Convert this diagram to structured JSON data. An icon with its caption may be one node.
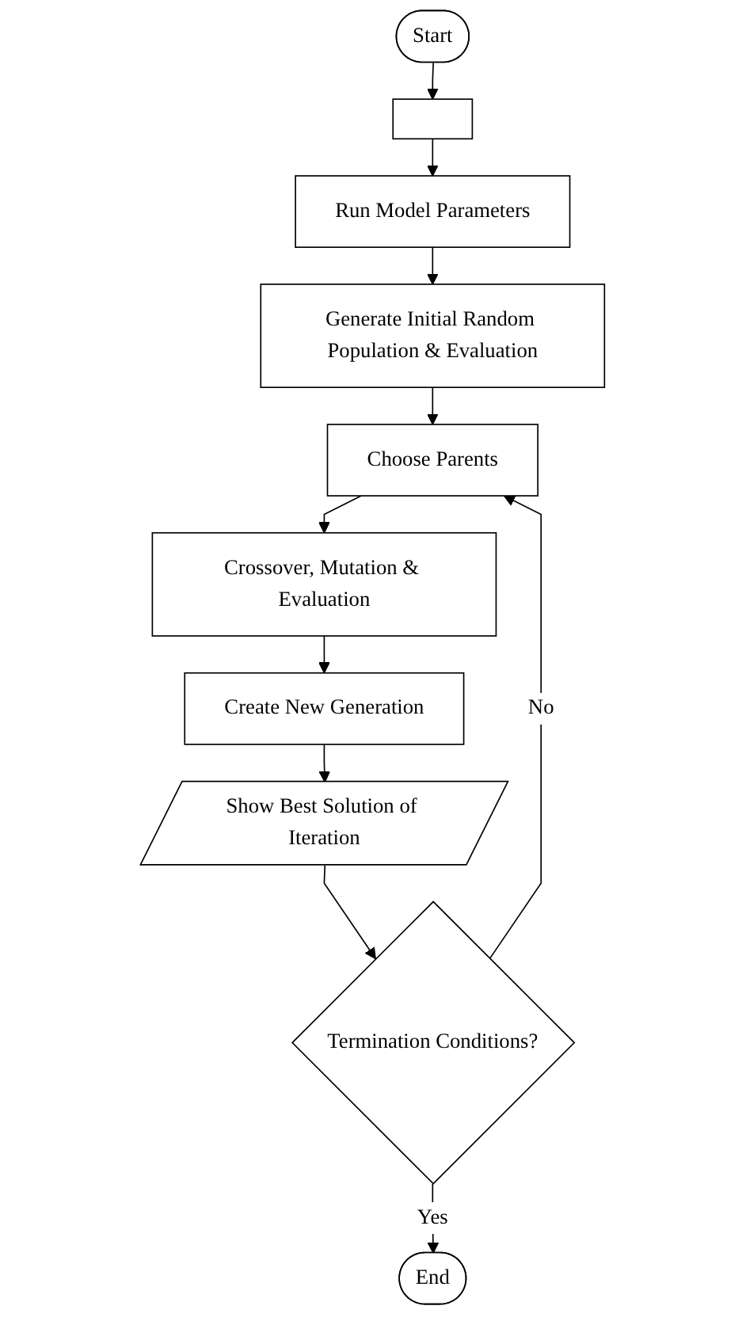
{
  "diagram": {
    "nodes": [
      {
        "text": [
          "Start"
        ]
      },
      {
        "text": [],
        "shape": "box"
      },
      {
        "text": [
          "Run Model Parameters"
        ]
      },
      {
        "text": [
          "Generate Initial Random Population & Evaluation"
        ]
      },
      {
        "text": [
          "Choose Parents"
        ]
      },
      {
        "text": [
          "Crossover, Mutation & Evaluation"
        ]
      },
      {
        "text": [
          "Create New Generation"
        ]
      },
      {
        "text": [
          "Show Best Solution of Iteration"
        ]
      },
      {
        "text": [
          "Termination Conditions?"
        ]
      },
      {
        "text": [
          "End"
        ]
      }
    ],
    "edges": [
      {
        "from": 0,
        "to": 1,
        "arrow": "to"
      },
      {
        "from": 1,
        "to": 2,
        "arrow": "to"
      },
      {
        "from": 2,
        "to": 3,
        "arrow": "to"
      },
      {
        "from": 3,
        "to": 4,
        "arrow": "to"
      },
      {
        "from": 4,
        "to": 5,
        "arrow": "to"
      },
      {
        "from": 5,
        "to": 6,
        "arrow": "to"
      },
      {
        "from": 6,
        "to": 7,
        "arrow": "to"
      },
      {
        "from": 7,
        "to": 8,
        "arrow": "to"
      },
      {
        "from": 8,
        "to": 4,
        "label": "No",
        "arrow": "to"
      },
      {
        "from": 8,
        "to": 9,
        "label": "Yes",
        "arrow": "to"
      }
    ]
  }
}
